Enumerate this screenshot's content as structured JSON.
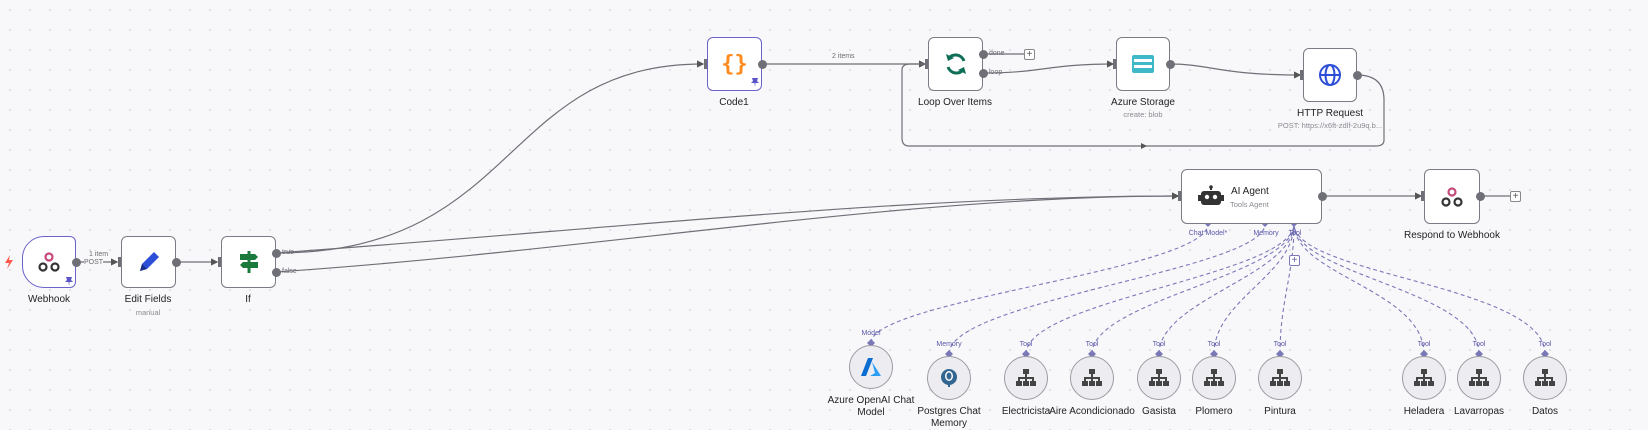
{
  "nodes": {
    "webhook": {
      "label": "Webhook",
      "icon": "webhook-icon"
    },
    "edit_fields": {
      "label": "Edit Fields",
      "sub": "manual",
      "icon": "pencil-icon"
    },
    "if_node": {
      "label": "If",
      "icon": "signpost-icon"
    },
    "code1": {
      "label": "Code1",
      "icon": "curly-braces-icon"
    },
    "loop": {
      "label": "Loop Over Items",
      "icon": "refresh-icon"
    },
    "azure_storage": {
      "label": "Azure Storage",
      "sub": "create: blob",
      "icon": "storage-icon"
    },
    "http": {
      "label": "HTTP Request",
      "sub": "POST: https://x6ft-zdlf-2u9q.b...",
      "icon": "globe-icon"
    },
    "agent": {
      "label": "AI Agent",
      "sub": "Tools Agent",
      "icon": "robot-icon"
    },
    "respond": {
      "label": "Respond to Webhook",
      "icon": "webhook-icon"
    },
    "azure_openai": {
      "label": "Azure OpenAI Chat Model",
      "port": "Model",
      "icon": "azure-icon"
    },
    "postgres": {
      "label": "Postgres Chat Memory",
      "port": "Memory",
      "icon": "postgres-icon"
    },
    "tools": [
      {
        "label": "Electricista",
        "port": "Tool"
      },
      {
        "label": "Aire Acondicionado",
        "port": "Tool"
      },
      {
        "label": "Gasista",
        "port": "Tool"
      },
      {
        "label": "Plomero",
        "port": "Tool"
      },
      {
        "label": "Pintura",
        "port": "Tool"
      },
      {
        "label": "Heladera",
        "port": "Tool"
      },
      {
        "label": "Lavarropas",
        "port": "Tool"
      },
      {
        "label": "Datos",
        "port": "Tool"
      }
    ]
  },
  "connections": {
    "webhook_items": "1 item",
    "webhook_method": "POST",
    "code_items": "2 items",
    "if_true": "true",
    "if_false": "false",
    "loop_done": "done",
    "loop_loop": "loop"
  },
  "agent_ports": {
    "chat_model": "Chat Model*",
    "memory": "Memory",
    "tool": "Tool"
  },
  "colors": {
    "accent": "#6b63c9",
    "edge": "#6f6f78",
    "subedge": "#7b78b8"
  }
}
